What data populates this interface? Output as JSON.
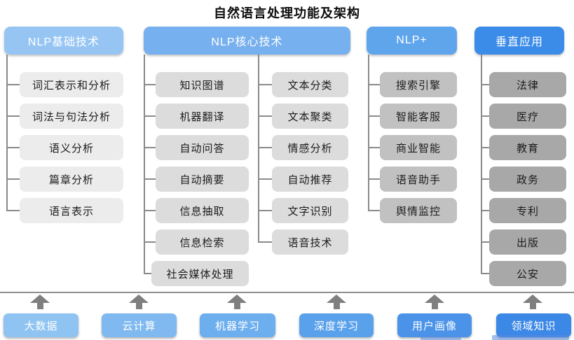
{
  "title": "自然语言处理功能及架构",
  "colors": {
    "connector_gray": "#8a8a8a",
    "divider_gray": "#8f8f8f",
    "arrow_gray": "#7f7f7f"
  },
  "columns": [
    {
      "header": "NLP基础技术",
      "header_color": "#96c5f4",
      "item_color": "#ececec",
      "items": [
        "词汇表示和分析",
        "词法与句法分析",
        "语义分析",
        "篇章分析",
        "语言表示"
      ]
    },
    {
      "header": "NLP核心技术",
      "header_color": "#77b0ee",
      "item_color": "#dcdcdc",
      "items_left": [
        "知识图谱",
        "机器翻译",
        "自动问答",
        "自动摘要",
        "信息抽取",
        "信息检索",
        "社会媒体处理"
      ],
      "items_right": [
        "文本分类",
        "文本聚类",
        "情感分析",
        "自动推荐",
        "文字识别",
        "语音技术"
      ]
    },
    {
      "header": "NLP+",
      "header_color": "#5fa5ec",
      "item_color": "#c1c1c1",
      "items": [
        "搜索引擎",
        "智能客服",
        "商业智能",
        "语音助手",
        "舆情监控"
      ]
    },
    {
      "header": "垂直应用",
      "header_color": "#3b8be9",
      "item_color": "#a8a8a8",
      "items": [
        "法律",
        "医疗",
        "教育",
        "政务",
        "专利",
        "出版",
        "公安"
      ]
    }
  ],
  "foundation": [
    {
      "label": "大数据",
      "color": "#8ec3f2"
    },
    {
      "label": "云计算",
      "color": "#7fb9f0"
    },
    {
      "label": "机器学习",
      "color": "#6caeee"
    },
    {
      "label": "深度学习",
      "color": "#5aa1ec"
    },
    {
      "label": "用户画像",
      "color": "#4a93e9"
    },
    {
      "label": "领域知识",
      "color": "#3c88e6"
    }
  ]
}
